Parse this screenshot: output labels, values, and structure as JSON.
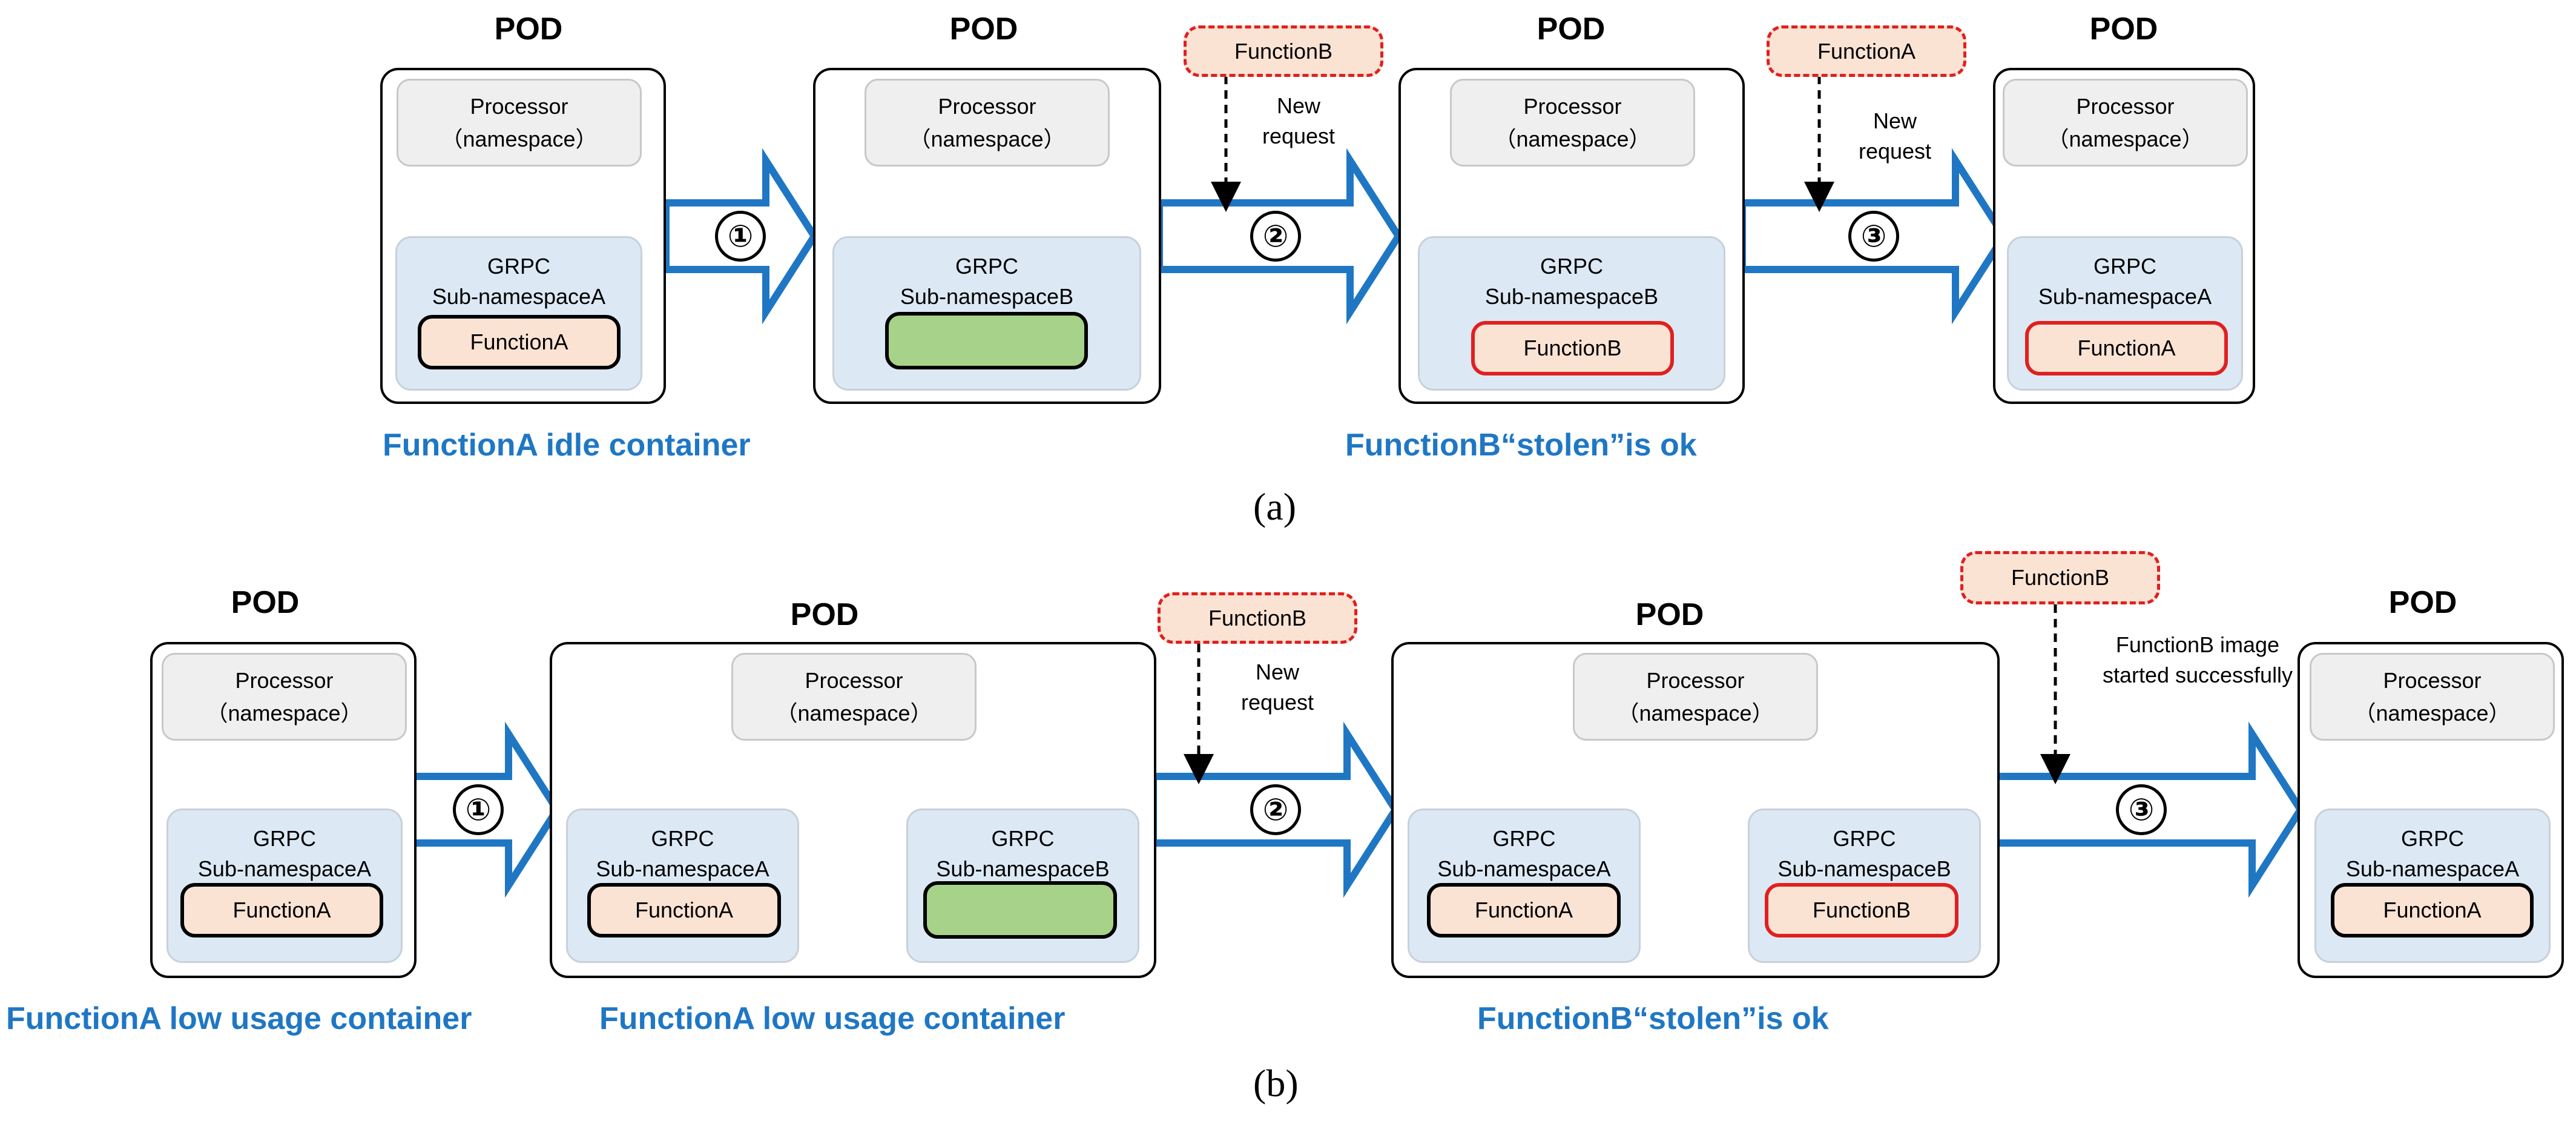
{
  "panel_a": {
    "pods": [
      {
        "title": "POD",
        "processor": [
          "Processor",
          "（namespace）"
        ],
        "grpc": [
          "GRPC",
          "Sub-namespaceA"
        ],
        "function": "FunctionA"
      },
      {
        "title": "POD",
        "processor": [
          "Processor",
          "（namespace）"
        ],
        "grpc": [
          "GRPC",
          "Sub-namespaceB"
        ],
        "function": ""
      },
      {
        "title": "POD",
        "processor": [
          "Processor",
          "（namespace）"
        ],
        "grpc": [
          "GRPC",
          "Sub-namespaceB"
        ],
        "function": "FunctionB"
      },
      {
        "title": "POD",
        "processor": [
          "Processor",
          "（namespace）"
        ],
        "grpc": [
          "GRPC",
          "Sub-namespaceA"
        ],
        "function": "FunctionA"
      }
    ],
    "requests": [
      {
        "label": "FunctionB",
        "note": [
          "New",
          "request"
        ]
      },
      {
        "label": "FunctionA",
        "note": [
          "New",
          "request"
        ]
      }
    ],
    "steps": [
      "①",
      "②",
      "③"
    ],
    "captions": [
      "FunctionA idle container",
      "FunctionB“stolen”is ok"
    ],
    "label": "(a)"
  },
  "panel_b": {
    "pods": [
      {
        "title": "POD",
        "processor": [
          "Processor",
          "（namespace）"
        ],
        "grpc": [
          "GRPC",
          "Sub-namespaceA"
        ],
        "function": "FunctionA"
      },
      {
        "title": "POD",
        "processor": [
          "Processor",
          "（namespace）"
        ],
        "grpc_left": [
          "GRPC",
          "Sub-namespaceA"
        ],
        "function_left": "FunctionA",
        "grpc_right": [
          "GRPC",
          "Sub-namespaceB"
        ],
        "function_right": ""
      },
      {
        "title": "POD",
        "processor": [
          "Processor",
          "（namespace）"
        ],
        "grpc_left": [
          "GRPC",
          "Sub-namespaceA"
        ],
        "function_left": "FunctionA",
        "grpc_right": [
          "GRPC",
          "Sub-namespaceB"
        ],
        "function_right": "FunctionB"
      },
      {
        "title": "POD",
        "processor": [
          "Processor",
          "（namespace）"
        ],
        "grpc": [
          "GRPC",
          "Sub-namespaceA"
        ],
        "function": "FunctionA"
      }
    ],
    "requests": [
      {
        "label": "FunctionB",
        "note": [
          "New",
          "request"
        ]
      },
      {
        "label": "FunctionB",
        "note": [
          "FunctionB  image",
          "started successfully"
        ]
      }
    ],
    "steps": [
      "①",
      "②",
      "③"
    ],
    "captions": [
      "FunctionA low usage container",
      "FunctionA low usage container",
      "FunctionB“stolen”is ok"
    ],
    "label": "(b)"
  },
  "colors": {
    "caption_blue": "#1f77c4",
    "arrow_blue": "#1f77c4",
    "grpc_fill": "#dce9f5",
    "function_fill": "#fbe3d4",
    "green_fill": "#a6d289",
    "red_border": "#e02020"
  }
}
